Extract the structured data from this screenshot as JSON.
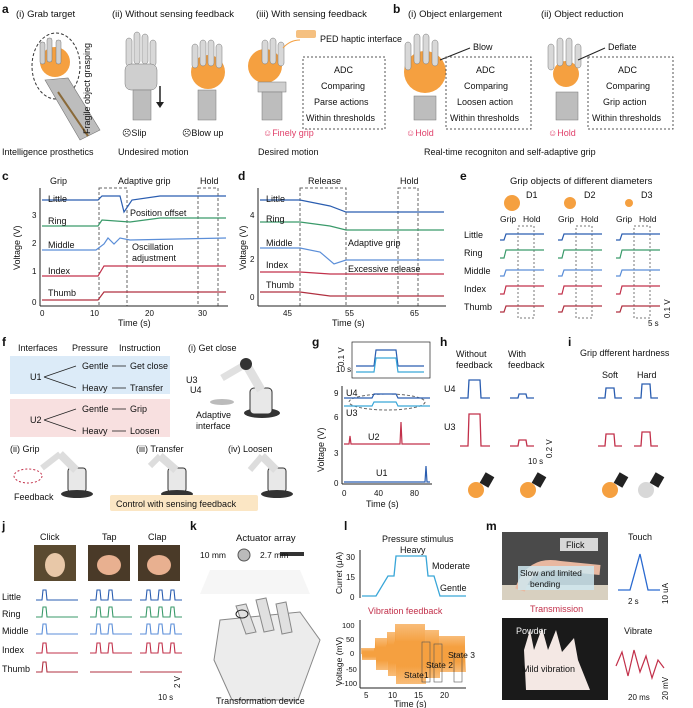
{
  "colors": {
    "little": "#2a5db0",
    "ring": "#3a9a6a",
    "middle": "#5b8ed8",
    "index": "#c2304a",
    "thumb": "#b03040",
    "orange": "#f5a040",
    "cyan": "#39a6d8",
    "pink": "#e0406a",
    "grey": "#888888",
    "feedback_bg": "#fbe6c4",
    "u1_bg": "#dcebf8",
    "u2_bg": "#f8e0e0"
  },
  "icons": [
    "hand-icon",
    "robot-arm-icon",
    "ball-icon",
    "smiley-icon",
    "frown-icon",
    "actuator-array-icon"
  ],
  "a": {
    "label": "a",
    "i": "(i) Grab target",
    "ii": "(ii) Without sensing feedback",
    "iii": "(iii) With sensing feedback",
    "vert": "Fragile object grasping",
    "ped": "PED haptic interface",
    "slip": "☹Slip",
    "blowup": "☹Blow up",
    "finely": "☺Finely grip",
    "flow": [
      "ADC",
      "Comparing",
      "Parse actions",
      "Within thresholds"
    ],
    "cap1": "Intelligence prosthetics",
    "cap2": "Undesired motion",
    "cap3": "Desired motion"
  },
  "b": {
    "label": "b",
    "i": "(i) Object enlargement",
    "ii": "(ii) Object reduction",
    "blow": "Blow",
    "deflate": "Deflate",
    "flow1": [
      "ADC",
      "Comparing",
      "Loosen action",
      "Within thresholds"
    ],
    "flow2": [
      "ADC",
      "Comparing",
      "Grip action",
      "Within thresholds"
    ],
    "hold": "☺Hold",
    "caption": "Real-time recogniton and self-adaptive grip"
  },
  "c": {
    "label": "c",
    "grip": "Grip",
    "adaptive": "Adaptive grip",
    "hold": "Hold",
    "fingers": [
      "Little",
      "Ring",
      "Middle",
      "Index",
      "Thumb"
    ],
    "pos": "Position offset",
    "osc1": "Oscillation",
    "osc2": "adjustment",
    "ylabel": "Voltage (V)",
    "xlabel": "Time (s)",
    "yticks": [
      "0",
      "1",
      "2",
      "3"
    ],
    "xticks": [
      "0",
      "10",
      "20",
      "30"
    ]
  },
  "d": {
    "label": "d",
    "release": "Release",
    "hold": "Hold",
    "fingers": [
      "Little",
      "Ring",
      "Middle",
      "Index",
      "Thumb"
    ],
    "adaptive": "Adaptive grip",
    "excess": "Excessive release",
    "ylabel": "Voltage (V)",
    "xlabel": "Time (s)",
    "yticks": [
      "0",
      "2",
      "4"
    ],
    "xticks": [
      "45",
      "55",
      "65"
    ]
  },
  "e": {
    "label": "e",
    "title": "Grip objects of different diameters",
    "d": [
      "D1",
      "D2",
      "D3"
    ],
    "grip": "Grip",
    "hold": "Hold",
    "fingers": [
      "Little",
      "Ring",
      "Middle",
      "Index",
      "Thumb"
    ],
    "sx": "5 s",
    "sy": "0.1 V"
  },
  "f": {
    "label": "f",
    "interfaces": "Interfaces",
    "pressure": "Pressure",
    "instruction": "Instruction",
    "u1": "U1",
    "u2": "U2",
    "gentle": "Gentle",
    "heavy": "Heavy",
    "getclose": "Get close",
    "transfer": "Transfer",
    "grip": "Grip",
    "loosen": "Loosen",
    "i": "(i) Get close",
    "u3": "U3",
    "u4": "U4",
    "adaptive": "Adaptive",
    "interface": "interface",
    "ii": "(ii) Grip",
    "iii": "(iii) Transfer",
    "iv": "(iv) Loosen",
    "feedback": "Feedback",
    "control": "Control with sensing feedback"
  },
  "g": {
    "label": "g",
    "sy": "0.1 V",
    "sx": "10 s",
    "traces": [
      "U4",
      "U3",
      "U2",
      "U1"
    ],
    "ylabel": "Voltage (V)",
    "xlabel": "Time (s)",
    "yticks": [
      "0",
      "3",
      "6",
      "9"
    ],
    "xticks": [
      "0",
      "40",
      "80"
    ]
  },
  "h": {
    "label": "h",
    "without1": "Without",
    "without2": "feedback",
    "with1": "With",
    "with2": "feedback",
    "u4": "U4",
    "u3": "U3",
    "sy": "0.2 V",
    "sx": "10 s"
  },
  "i": {
    "label": "i",
    "title": "Grip dfferent hardness",
    "soft": "Soft",
    "hard": "Hard"
  },
  "j": {
    "label": "j",
    "heads": [
      "Click",
      "Tap",
      "Clap"
    ],
    "fingers": [
      "Little",
      "Ring",
      "Middle",
      "Index",
      "Thumb"
    ],
    "sy": "2 V",
    "sx": "10 s"
  },
  "k": {
    "label": "k",
    "title": "Actuator array",
    "d1": "10 mm",
    "d2": "2.7 mm",
    "caption": "Transformation device"
  },
  "l": {
    "label": "l",
    "title": "Pressure stimulus",
    "heavy": "Heavy",
    "moderate": "Moderate",
    "gentle": "Gentle",
    "ylabel1": "Curret (μA)",
    "yticks1": [
      "0",
      "15",
      "30"
    ],
    "vib": "Vibration feedback",
    "ylabel2": "Voltage (mV)",
    "yticks2": [
      "-100",
      "-50",
      "0",
      "50",
      "100"
    ],
    "state1": "State1",
    "state2": "State 2",
    "state3": "State 3",
    "xlabel": "Time (s)",
    "xticks": [
      "5",
      "10",
      "15",
      "20"
    ]
  },
  "m": {
    "label": "m",
    "flick": "Flick",
    "slow1": "Slow and limited",
    "slow2": "bending",
    "touch": "Touch",
    "sx1": "2 s",
    "sy1": "10 uA",
    "transmission": "Transmission",
    "powder": "Powder",
    "mild": "Mild vibration",
    "vibrate": "Vibrate",
    "sx2": "20 ms",
    "sy2": "20 mV"
  }
}
